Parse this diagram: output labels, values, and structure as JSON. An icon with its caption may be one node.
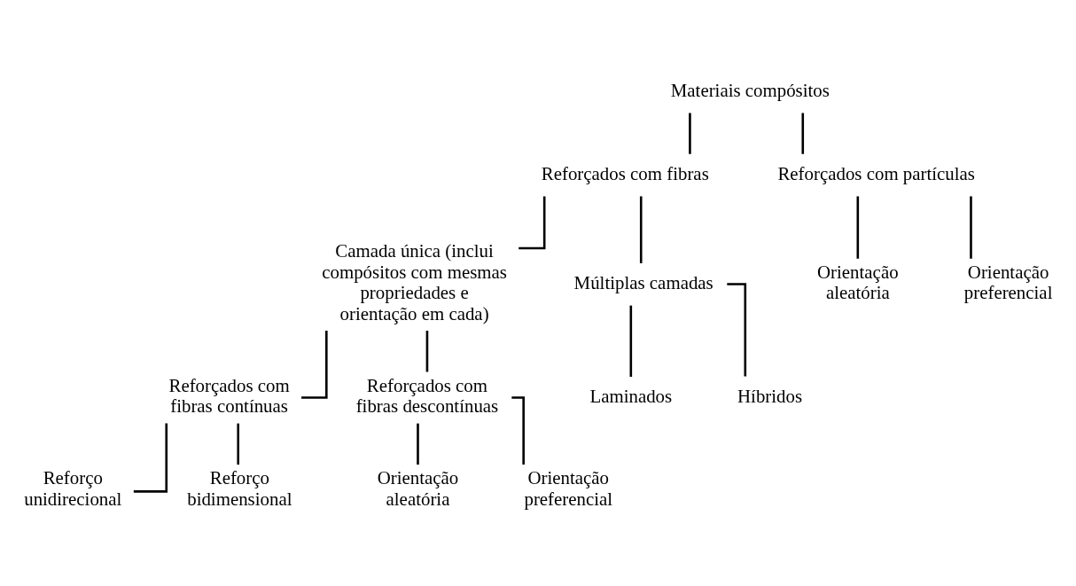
{
  "diagram": {
    "nodes": [
      {
        "text": [
          "Materiais compósitos"
        ]
      },
      {
        "text": [
          "Reforçados com fibras"
        ]
      },
      {
        "text": [
          "Reforçados com partículas"
        ]
      },
      {
        "text": [
          "Orientação aleatória"
        ]
      },
      {
        "text": [
          "Orientação preferencial"
        ]
      },
      {
        "text": [
          "Camada única (inclui compósitos com mesmas propriedades e orientação em cada)"
        ]
      },
      {
        "text": [
          "Múltiplas camadas"
        ]
      },
      {
        "text": [
          "Laminados"
        ]
      },
      {
        "text": [
          "Híbridos"
        ]
      },
      {
        "text": [
          "Reforçados com fibras contínuas"
        ]
      },
      {
        "text": [
          "Reforçados com fibras descontínuas"
        ]
      },
      {
        "text": [
          "Reforço unidirecional"
        ]
      },
      {
        "text": [
          "Reforço bidimensional"
        ]
      },
      {
        "text": [
          "Orientação aleatória"
        ]
      },
      {
        "text": [
          "Orientação preferencial"
        ]
      }
    ],
    "edges": [
      {
        "from": 0,
        "to": 1,
        "arrow": "none"
      },
      {
        "from": 0,
        "to": 2,
        "arrow": "none"
      },
      {
        "from": 2,
        "to": 3,
        "arrow": "none"
      },
      {
        "from": 2,
        "to": 4,
        "arrow": "none"
      },
      {
        "from": 1,
        "to": 5,
        "arrow": "none"
      },
      {
        "from": 1,
        "to": 6,
        "arrow": "none"
      },
      {
        "from": 6,
        "to": 7,
        "arrow": "none"
      },
      {
        "from": 6,
        "to": 8,
        "arrow": "none"
      },
      {
        "from": 5,
        "to": 9,
        "arrow": "none"
      },
      {
        "from": 5,
        "to": 10,
        "arrow": "none"
      },
      {
        "from": 9,
        "to": 11,
        "arrow": "none"
      },
      {
        "from": 9,
        "to": 12,
        "arrow": "none"
      },
      {
        "from": 10,
        "to": 13,
        "arrow": "none"
      },
      {
        "from": 10,
        "to": 14,
        "arrow": "none"
      }
    ]
  }
}
